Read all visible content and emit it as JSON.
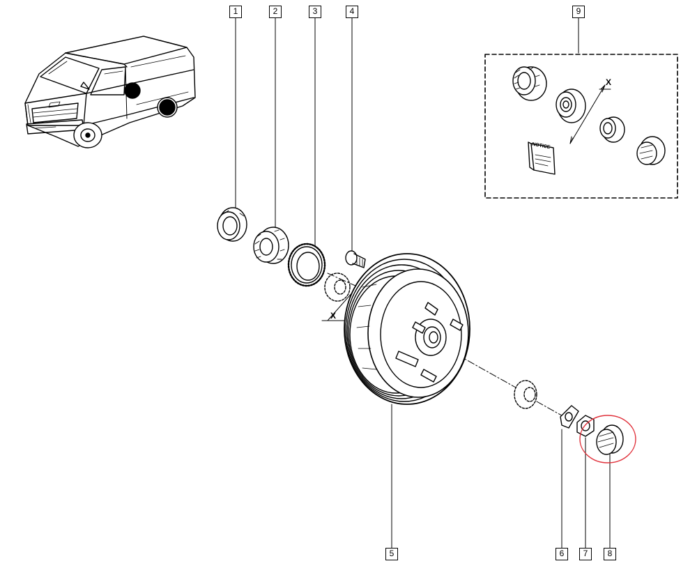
{
  "diagram": {
    "callouts": [
      {
        "id": "1",
        "label": "1"
      },
      {
        "id": "2",
        "label": "2"
      },
      {
        "id": "3",
        "label": "3"
      },
      {
        "id": "4",
        "label": "4"
      },
      {
        "id": "5",
        "label": "5"
      },
      {
        "id": "6",
        "label": "6"
      },
      {
        "id": "7",
        "label": "7"
      },
      {
        "id": "8",
        "label": "8"
      },
      {
        "id": "9",
        "label": "9"
      }
    ],
    "dimension_label": "X",
    "kit_dimension_label": "X",
    "leaflet_text": "NOTICE",
    "highlight_color": "#e0303a"
  }
}
